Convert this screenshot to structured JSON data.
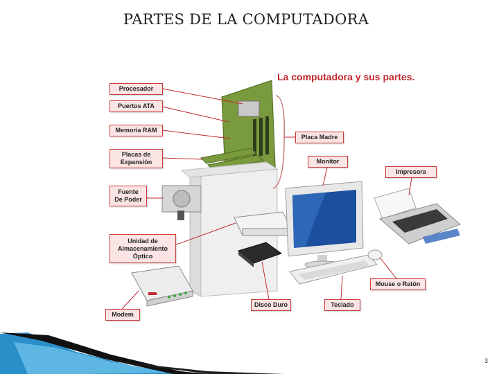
{
  "slide": {
    "title": "PARTES DE LA COMPUTADORA",
    "page_number": "3"
  },
  "diagram": {
    "title": "La computadora y sus partes.",
    "labels": {
      "procesador": "Procesador",
      "puertos_ata": "Puertos ATA",
      "memoria_ram": "Memoria RAM",
      "placas_expansion_1": "Placas de",
      "placas_expansion_2": "Expansión",
      "fuente_1": "Fuente",
      "fuente_2": "De Poder",
      "unidad_1": "Unidad de",
      "unidad_2": "Almacenamiento",
      "unidad_3": "Óptico",
      "modem": "Modem",
      "placa_madre": "Placa Madre",
      "monitor": "Monitor",
      "impresora": "Impresora",
      "mouse": "Mouse o Ratón",
      "disco_duro": "Disco Duro",
      "teclado": "Teclado"
    }
  },
  "colors": {
    "label_border": "#cc3b3b",
    "label_fill": "#fbe4e4",
    "title_red": "#c0272d",
    "corner_blue": "#2a8fc9"
  }
}
